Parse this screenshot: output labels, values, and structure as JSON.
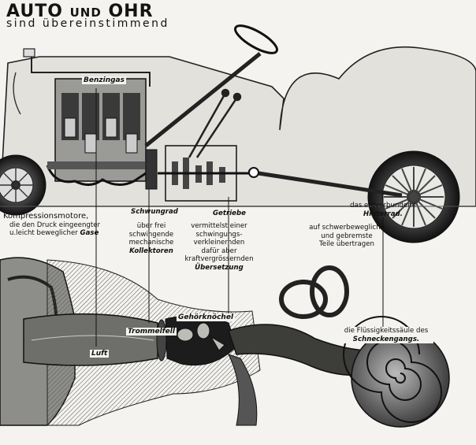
{
  "title": {
    "auto": "AUTO",
    "und": "UND",
    "ohr": "OHR"
  },
  "subtitle": "sind übereinstimmend",
  "labels": {
    "benzingas": "Benzingas",
    "schwungrad": "Schwungrad",
    "getriebe": "Getriebe",
    "kompressionsmotore": "Kompressionsmotore,",
    "kompressionsmotore_desc_1": "die den Druck eingeengter",
    "kompressionsmotore_desc_2": "u.leicht beweglicher",
    "gase": "Gase",
    "schwungrad_desc_1": "über frei",
    "schwungrad_desc_2": "schwingende",
    "schwungrad_desc_3": "mechanische",
    "kollektoren": "Kollektoren",
    "getriebe_desc_1": "vermittelst einer",
    "getriebe_desc_2": "schwingungs-",
    "getriebe_desc_3": "verkleinernden",
    "getriebe_desc_4": "dafür aber",
    "getriebe_desc_5": "kraftvergrössernden",
    "uebersetzung": "Übersetzung",
    "hinterrad_desc_1": "das erdverbundene",
    "hinterrad": "Hinterrad.",
    "teile_desc_1": "auf schwerbewegliche",
    "teile_desc_2": "und gebremste",
    "teile_desc_3": "Teile übertragen",
    "luft": "Luft",
    "trommelfell": "Trommelfell",
    "gehoerknoechel": "Gehörknöchel",
    "schnecken_desc_1": "die Flüssigkeitssäule des",
    "schneckengangs": "Schneckengangs."
  }
}
